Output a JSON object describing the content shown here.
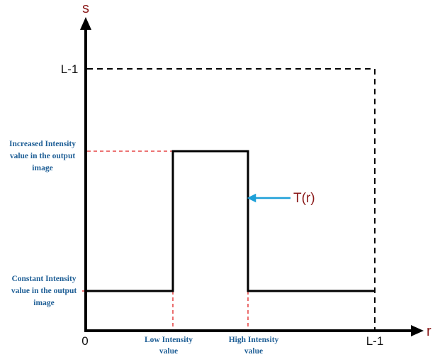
{
  "axes": {
    "y_letter": "s",
    "x_letter": "r"
  },
  "ticks": {
    "origin": "0",
    "y_max": "L-1",
    "x_max": "L-1"
  },
  "curve": {
    "label": "T(r)"
  },
  "annotations": {
    "increased": [
      "Increased Intensity",
      "value in the output",
      "image"
    ],
    "constant": [
      "Constant Intensity",
      "value in the output",
      "image"
    ],
    "low": [
      "Low Intensity",
      "value"
    ],
    "high": [
      "High Intensity",
      "value"
    ]
  },
  "colors": {
    "axis": "#000000",
    "guide": "#e02020",
    "arrow": "#1ea0d8",
    "letters": "#8b1a1a",
    "notes": "#1f5f96"
  }
}
